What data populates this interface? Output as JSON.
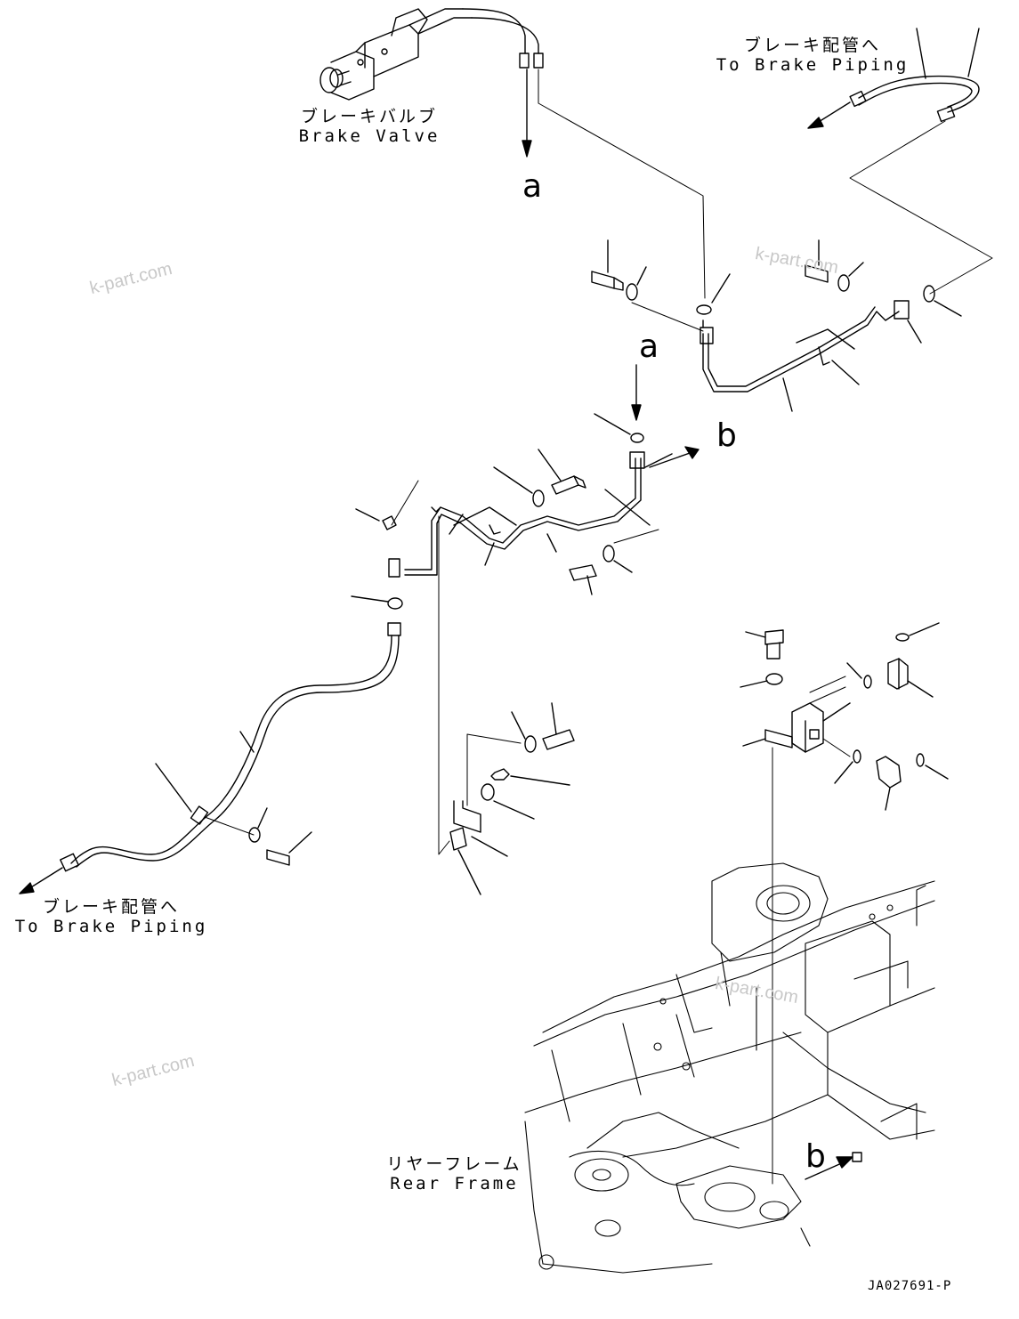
{
  "labels": {
    "brake_valve": {
      "jp": "ブレーキバルブ",
      "en": "Brake Valve"
    },
    "to_brake_piping_top": {
      "jp": "ブレーキ配管へ",
      "en": "To Brake Piping"
    },
    "to_brake_piping_left": {
      "jp": "ブレーキ配管へ",
      "en": "To Brake Piping"
    },
    "rear_frame": {
      "jp": "リヤーフレーム",
      "en": "Rear Frame"
    }
  },
  "refs": {
    "a": "a",
    "b": "b"
  },
  "watermark": "k-part.com",
  "drawing_code": "JA027691-P"
}
